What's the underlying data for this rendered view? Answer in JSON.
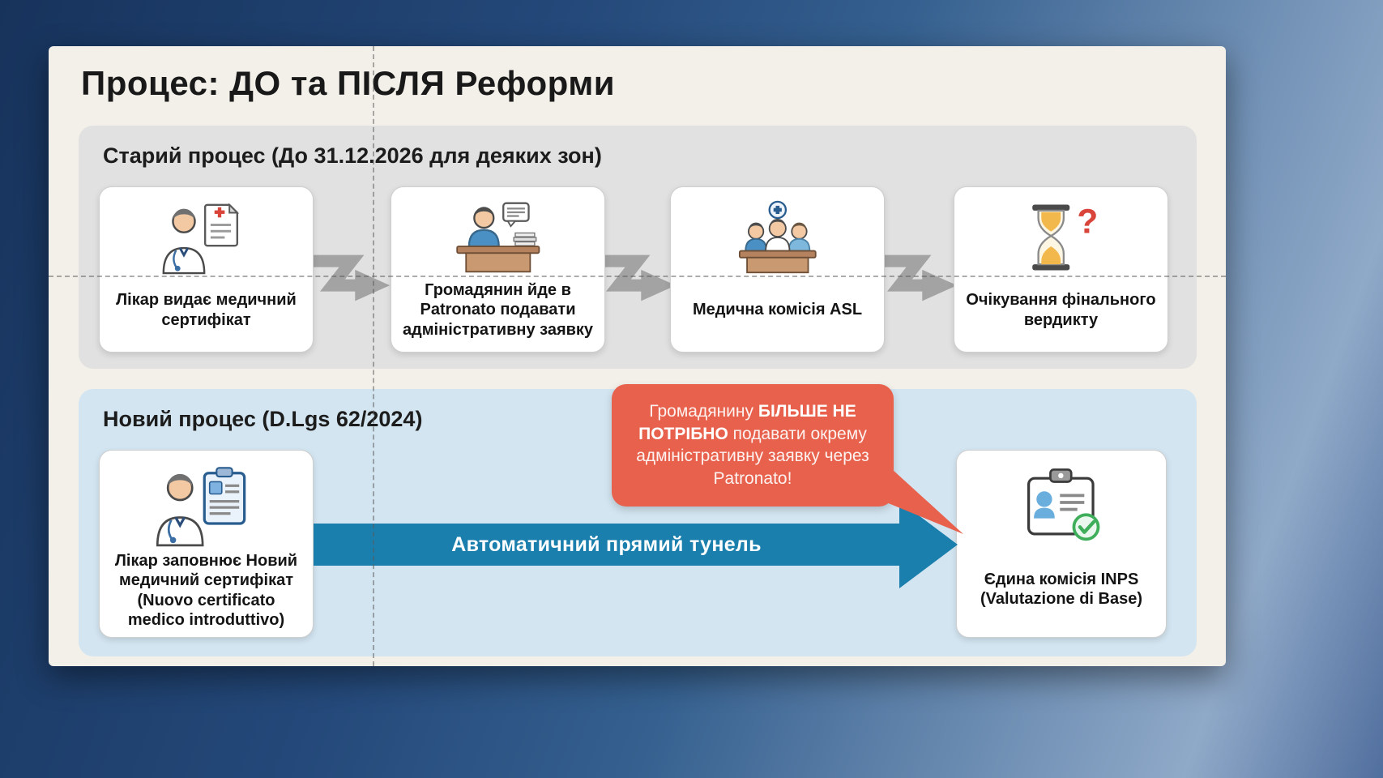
{
  "slide": {
    "title": "Процес: ДО та ПІСЛЯ Реформи",
    "old_process": {
      "heading": "Старий процес (До 31.12.2026 для деяких зон)",
      "steps": [
        {
          "icon": "doctor-certificate-icon",
          "label": "Лікар видає медичний сертифікат"
        },
        {
          "icon": "citizen-patronato-desk-icon",
          "label": "Громадянин йде в Patronato подавати адміністративну заявку"
        },
        {
          "icon": "medical-commission-icon",
          "label": "Медична комісія ASL"
        },
        {
          "icon": "hourglass-question-icon",
          "label": "Очікування фінального вердикту"
        }
      ]
    },
    "new_process": {
      "heading": "Новий процес (D.Lgs 62/2024)",
      "doctor_step": {
        "icon": "doctor-new-certificate-icon",
        "label": "Лікар заповнює Новий медичний сертифікат (Nuovo certificato medico introduttivo)"
      },
      "tunnel_arrow_label": "Автоматичний прямий тунель",
      "inps_step": {
        "icon": "id-card-check-icon",
        "label": "Єдина комісія INPS (Valutazione di Base)"
      },
      "callout": {
        "text_prefix": "Громадянину ",
        "text_bold": "БІЛЬШЕ НЕ ПОТРІБНО",
        "text_suffix": " подавати окрему адміністративну заявку через Patronato!"
      }
    },
    "colors": {
      "slide_background": "#f3f0e9",
      "old_section": "#e1e1e1",
      "new_section": "#d3e5f1",
      "tunnel_arrow": "#1b7fae",
      "callout": "#e8614d",
      "zigzag_arrow": "#a3a3a3",
      "check_green": "#3fae5a",
      "question_red": "#d9453a"
    }
  }
}
